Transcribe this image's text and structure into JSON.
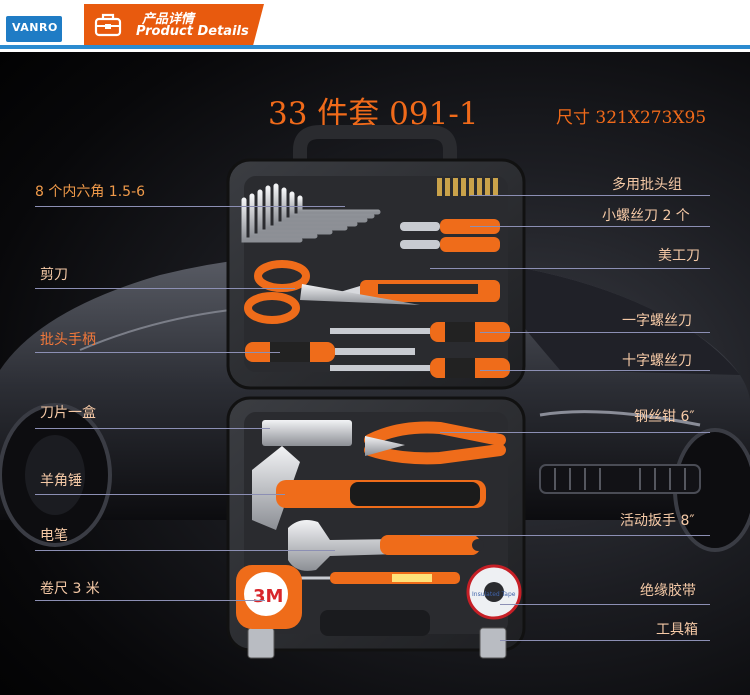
{
  "header": {
    "logo_text": "VANRO",
    "tab_title_cn": "产品详情",
    "tab_title_en": "Product Details"
  },
  "product": {
    "title": "33 件套 091-1",
    "size": "尺寸 321X273X95"
  },
  "labels": {
    "hex_keys": "8 个内六角 1.5-6",
    "bit_set": "多用批头组",
    "small_screwdrivers": "小螺丝刀 2 个",
    "scissors": "剪刀",
    "utility_knife": "美工刀",
    "bit_handle": "批头手柄",
    "flat_screwdriver": "一字螺丝刀",
    "phillips_screwdriver": "十字螺丝刀",
    "blade_box": "刀片一盒",
    "pliers": "钢丝钳 6″",
    "claw_hammer": "羊角锤",
    "adjustable_wrench": "活动扳手 8″",
    "test_pen": "电笔",
    "tape_measure": "卷尺 3 米",
    "insulating_tape": "绝缘胶带",
    "toolbox": "工具箱"
  },
  "graphics": {
    "tape_brand": "3M",
    "insulated_tape_text": "Insulated Tape"
  },
  "colors": {
    "accent": "#e85a0e",
    "label_text": "#f5c9a6",
    "title": "#f06a1a",
    "header_rule": "#2b8bd0"
  }
}
